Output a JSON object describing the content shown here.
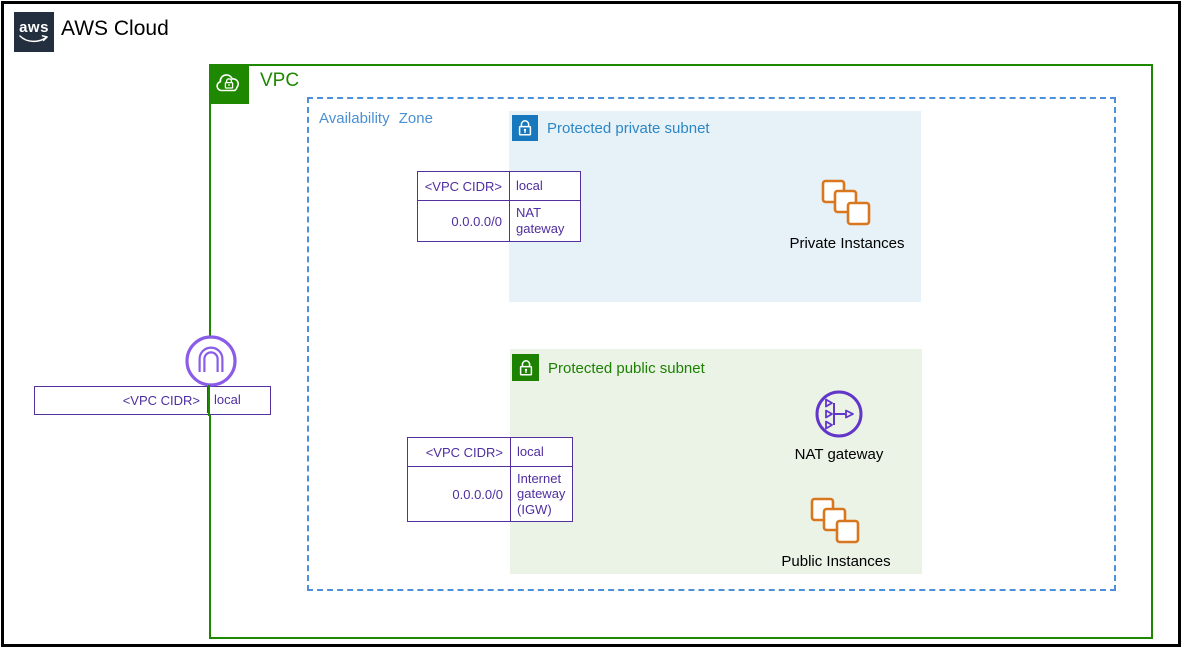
{
  "header": {
    "logo_text": "aws",
    "title": "AWS Cloud"
  },
  "vpc": {
    "label": "VPC"
  },
  "availability_zone": {
    "label": "Availability Zone"
  },
  "subnets": {
    "private": {
      "label": "Protected private subnet",
      "instances_label": "Private Instances"
    },
    "public": {
      "label": "Protected public subnet",
      "nat_label": "NAT gateway",
      "instances_label": "Public Instances"
    }
  },
  "route_tables": {
    "vgw": {
      "rows": [
        {
          "destination": "<VPC CIDR>",
          "target": "local"
        }
      ]
    },
    "private": {
      "rows": [
        {
          "destination": "<VPC CIDR>",
          "target": "local"
        },
        {
          "destination": "0.0.0.0/0",
          "target": "NAT gateway"
        }
      ]
    },
    "public": {
      "rows": [
        {
          "destination": "<VPC CIDR>",
          "target": "local"
        },
        {
          "destination": "0.0.0.0/0",
          "target": "Internet gateway (IGW)"
        }
      ]
    }
  },
  "colors": {
    "vpc_green": "#1E8900",
    "az_blue": "#4C91D6",
    "private_subnet_fill": "#E7F1F8",
    "private_subnet_accent": "#1778BE",
    "public_subnet_fill": "#EAF3E6",
    "public_subnet_accent": "#1D8102",
    "route_table_purple": "#53309E",
    "gateway_purple": "#6236C9",
    "vgw_purple": "#8A5CE8",
    "instances_orange": "#D9771E",
    "aws_navy": "#232F3E"
  }
}
